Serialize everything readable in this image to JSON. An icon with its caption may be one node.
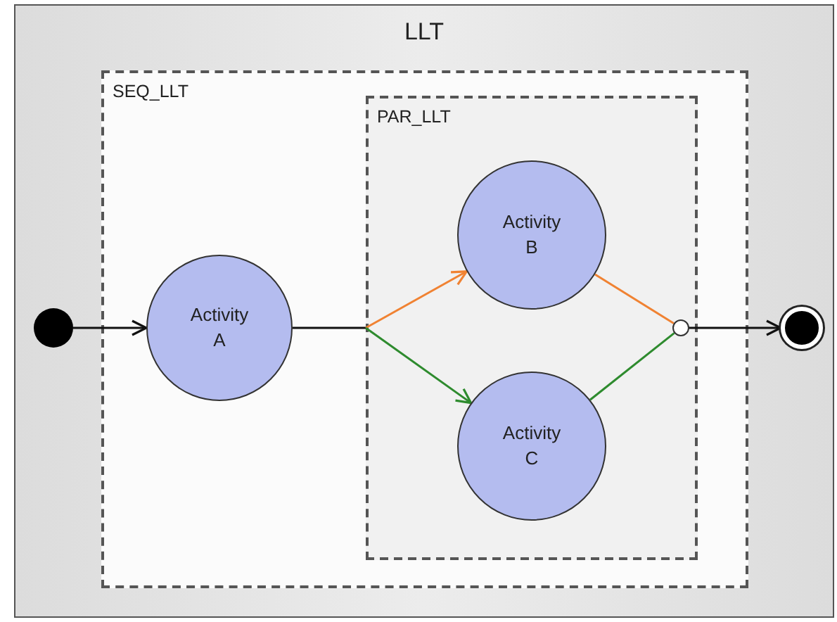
{
  "diagram": {
    "nodes": [
      {
        "text": [
          "LLT"
        ]
      },
      {
        "text": [
          "SEQ_LLT"
        ],
        "in": 0
      },
      {
        "text": [
          "PAR_LLT"
        ],
        "in": 1
      },
      {
        "text": [
          "Activity A"
        ],
        "in": 1
      },
      {
        "text": [
          "Activity B"
        ],
        "in": 2
      },
      {
        "text": [
          "Activity C"
        ],
        "in": 2
      },
      {
        "text": [],
        "shape": "circle",
        "in": 0
      },
      {
        "text": [],
        "shape": "circle",
        "in": 2
      },
      {
        "text": [],
        "shape": "circle",
        "in": 0
      }
    ],
    "edges": [
      {
        "from": 6,
        "to": 3,
        "arrow": "to"
      },
      {
        "from": 3,
        "to": 4,
        "arrow": "to",
        "color": "#f08232"
      },
      {
        "from": 3,
        "to": 5,
        "arrow": "to",
        "color": "#2e8b2e"
      },
      {
        "from": 4,
        "to": 7,
        "arrow": "none",
        "color": "#f08232"
      },
      {
        "from": 5,
        "to": 7,
        "arrow": "none",
        "color": "#2e8b2e"
      },
      {
        "from": 7,
        "to": 8,
        "arrow": "to"
      }
    ]
  }
}
